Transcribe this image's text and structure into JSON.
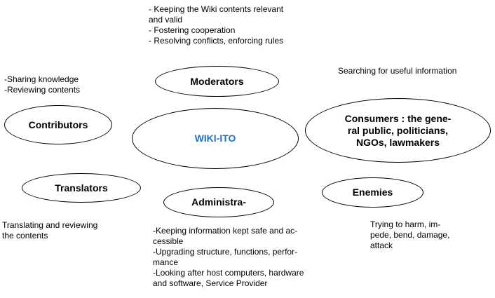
{
  "nodes": {
    "center": "WIKI-ITO",
    "moderators": "Moderators",
    "contributors": "Contributors",
    "translators": "Translators",
    "administrators": "Administra-",
    "consumers": "Consumers : the gene-\nral public, politicians,\nNGOs, lawmakers",
    "enemies": "Enemies"
  },
  "notes": {
    "moderators": "- Keeping the Wiki contents relevant\nand valid\n- Fostering cooperation\n- Resolving conflicts, enforcing rules",
    "contributors": "-Sharing knowledge\n-Reviewing contents",
    "consumers": "Searching for useful information",
    "translators": "Translating and reviewing\nthe contents",
    "administrators": "-Keeping information kept safe and ac-\ncessible\n-Upgrading structure, functions, perfor-\nmance\n-Looking after host computers, hardware\nand software, Service Provider",
    "enemies": "Trying to harm,  im-\npede, bend, damage,\nattack"
  },
  "colors": {
    "center_text": "#1f6fd1",
    "outline": "#000000"
  }
}
